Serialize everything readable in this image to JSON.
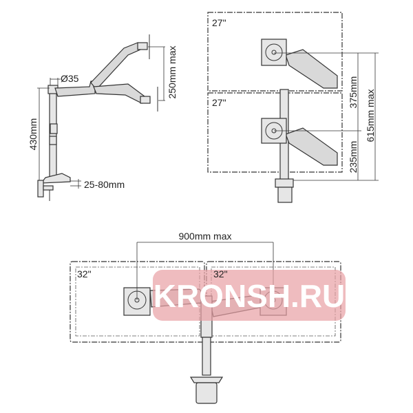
{
  "side_view": {
    "pole_diameter": "Ø35",
    "pole_height": "430mm",
    "clamp_range": "25-80mm",
    "vertical_span": "250mm max"
  },
  "stacked_view": {
    "top_monitor_size": "27\"",
    "bottom_monitor_size": "27\"",
    "upper_offset": "375mm",
    "lower_offset": "235mm",
    "total_height": "615mm max"
  },
  "side_by_side_view": {
    "left_monitor_size": "32\"",
    "right_monitor_size": "32\"",
    "horizontal_span": "900mm max"
  },
  "watermark": "KRONSH.RU",
  "colors": {
    "watermark": "#e8a0a4",
    "lines": "#333333"
  }
}
